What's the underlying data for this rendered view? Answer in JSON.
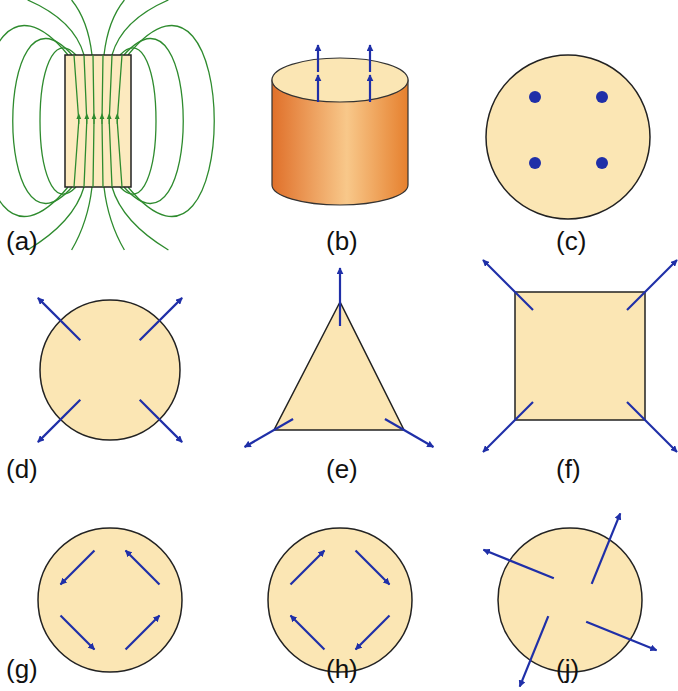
{
  "diagram": {
    "labels": [
      "(a)",
      "(b)",
      "(c)",
      "(d)",
      "(e)",
      "(f)",
      "(g)",
      "(h)",
      "(j)"
    ]
  }
}
